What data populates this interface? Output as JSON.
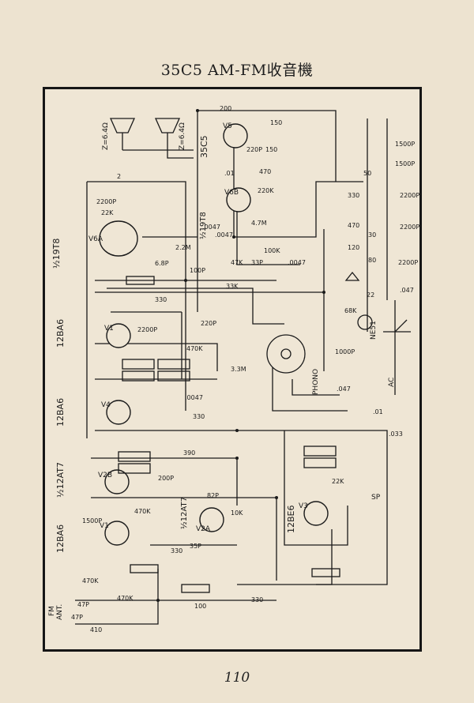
{
  "title": "35C5 AM-FM收音機",
  "page_number": "110",
  "tubes": {
    "output": "35C5",
    "detector": "½19T8",
    "af_amp": "½19T8",
    "if_amp_1": "12BA6",
    "if_amp_2": "12BA6",
    "fm_rf": "½12AT7",
    "fm_osc": "½12AT7",
    "am_rf": "12BA6",
    "converter": "12BE6"
  },
  "tube_symbols": {
    "v5": "V5",
    "v6a": "V6A",
    "v6b": "V6B",
    "v4": "V4",
    "v1": "V1",
    "v2a": "V2A",
    "v2b": "V2B",
    "v3": "V3"
  },
  "speakers": {
    "left_impedance": "Z=6.4Ω",
    "right_impedance": "Z=6.4Ω"
  },
  "labels": {
    "phono": "PHONO",
    "ac": "AC",
    "neon": "NE51",
    "fm_antenna": "FM",
    "antenna": "ANT.",
    "sp": "SP"
  },
  "components": {
    "r_150_a": "150",
    "r_150_b": "150",
    "r_470": "470",
    "c_200": "200",
    "c_220p": "220P",
    "c_01": ".01",
    "r_220k": "220K",
    "r_4_7m": "4.7M",
    "c_0047_a": ".0047",
    "c_0047_b": ".0047",
    "c_0047_c": ".0047",
    "c_2": "2",
    "c_2200p": "2200P",
    "r_22k": "22K",
    "c_6_8p": "6.8P",
    "r_2_2m": "2.2M",
    "c_100p": "100P",
    "r_33k": "33K",
    "r_47k": "47K",
    "c_33p": "33P",
    "r_100k": "100K",
    "r_330_a": "330",
    "r_330_b": "330",
    "r_330_c": "330",
    "c_2200p_b": "2200P",
    "r_470k_a": "470K",
    "c_220p_b": "220P",
    "r_3_3m": "3.3M",
    "c_1000p": "1000P",
    "c_047_a": ".047",
    "c_01_b": ".01",
    "c_033": ".033",
    "r_390": "390",
    "c_200p": "200P",
    "r_470k_b": "470K",
    "c_1500p": "1500P",
    "c_82p": "82P",
    "r_10k": "10K",
    "c_35p": "35P",
    "r_100": "100",
    "c_47p_a": "47P",
    "c_47p_b": "47P",
    "r_470k_c": "470K",
    "r_470k_d": "470K",
    "r_410": "410",
    "r_22k_b": "22K",
    "c_1500p_b": "1500P",
    "c_1500p_c": "1500P",
    "c_50": "50",
    "r_330_d": "330",
    "c_2200p_c": "2200P",
    "r_470_b": "470",
    "r_30": "30",
    "c_2200p_d": "2200P",
    "r_120": "120",
    "c_80": "80",
    "c_2200p_e": "2200P",
    "r_22": "22",
    "c_047_b": ".047",
    "r_68k": "68K"
  }
}
